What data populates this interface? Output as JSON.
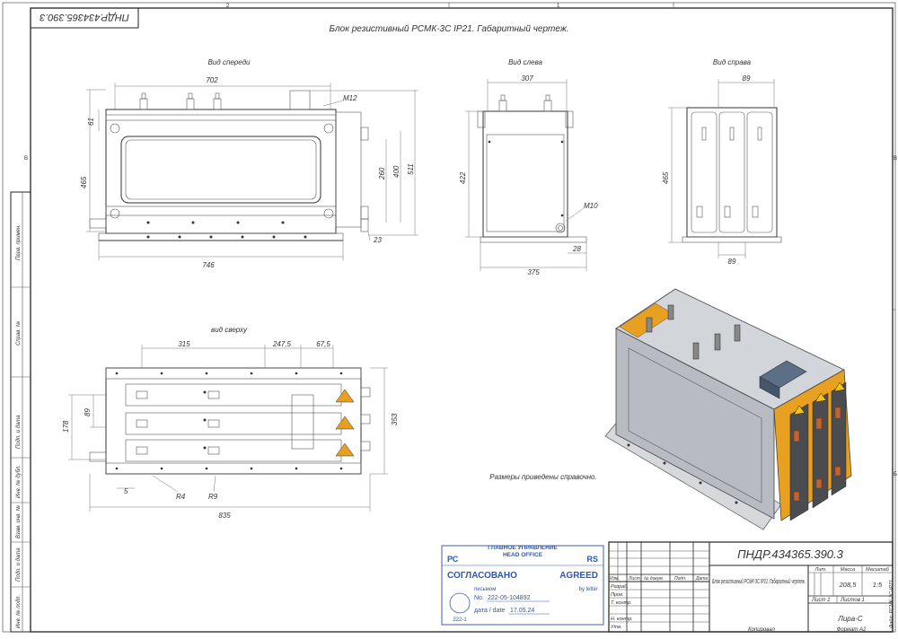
{
  "sheet": {
    "code_rotated": "ПНДР.434365.390.3",
    "title": "Блок резистивный РСМК-3С IP21. Габаритный чертеж.",
    "note": "Размеры приведены справочно.",
    "grid_top": [
      "2",
      "1"
    ],
    "grid_right": [
      "В",
      "Б"
    ]
  },
  "views": {
    "front": {
      "label": "Вид спереди",
      "dims": {
        "top": "702",
        "m12": "M12",
        "left_small": "61",
        "left_height": "465",
        "r1": "260",
        "r2": "400",
        "r3": "511",
        "r_small": "23",
        "bottom": "746"
      }
    },
    "left": {
      "label": "Вид слева",
      "dims": {
        "top": "307",
        "height": "422",
        "m10": "M10",
        "small": "28",
        "bottom": "375"
      }
    },
    "right": {
      "label": "Вид справа",
      "dims": {
        "top": "89",
        "height": "465",
        "bottom": "89"
      }
    },
    "top": {
      "label": "вид сверху",
      "dims": {
        "d315": "315",
        "d247": "247,5",
        "d67": "67,5",
        "d178": "178",
        "d89": "89",
        "d353": "353",
        "d5": "5",
        "r4": "R4",
        "r9": "R9",
        "d835": "835"
      }
    }
  },
  "side_stamp": [
    "Перв. примен.",
    "Справ. №",
    "Подп. и дата",
    "Инв. № дубл.",
    "Взам. инв. №",
    "Подп. и дата",
    "Инв. № подл."
  ],
  "approval": {
    "header1": "ГЛАВНОЕ УПРАВЛЕНИЕ",
    "header2": "HEAD OFFICE",
    "left_code": "РС",
    "right_code": "RS",
    "agreed_ru": "СОГЛАСОВАНО",
    "agreed_en": "AGREED",
    "letter_ru": "письмом",
    "letter_en": "by letter",
    "no_label": "No.",
    "no_value": "222-05-104892",
    "date_label": "дата / date",
    "date_value": "17.05.24",
    "stamp_code": "222-1"
  },
  "titleblock": {
    "doc_code": "ПНДР.434365.390.3",
    "name": "Блок резистивный РСМК-3С IP21. Габаритный чертеж.",
    "col_headers": [
      "Изм.",
      "Лист",
      "№ докум.",
      "Подп.",
      "Дата"
    ],
    "roles": [
      "Разраб.",
      "Пров.",
      "Т. контр.",
      "",
      "Н. контр.",
      "Утв."
    ],
    "lit_label": "Лит.",
    "mass_label": "Масса",
    "scale_label": "Масштаб",
    "mass": "208,5",
    "scale": "1:5",
    "sheet_label": "Лист 1",
    "sheets_label": "Листов 1",
    "company": "Лира-С",
    "copied": "Копировал",
    "format": "Формат A2",
    "file": "Файл: РСМК-3С-IP21"
  },
  "colors": {
    "orange": "#e7a020",
    "stamp_blue": "#2f57b0",
    "body_gray": "#b8bcc2"
  }
}
